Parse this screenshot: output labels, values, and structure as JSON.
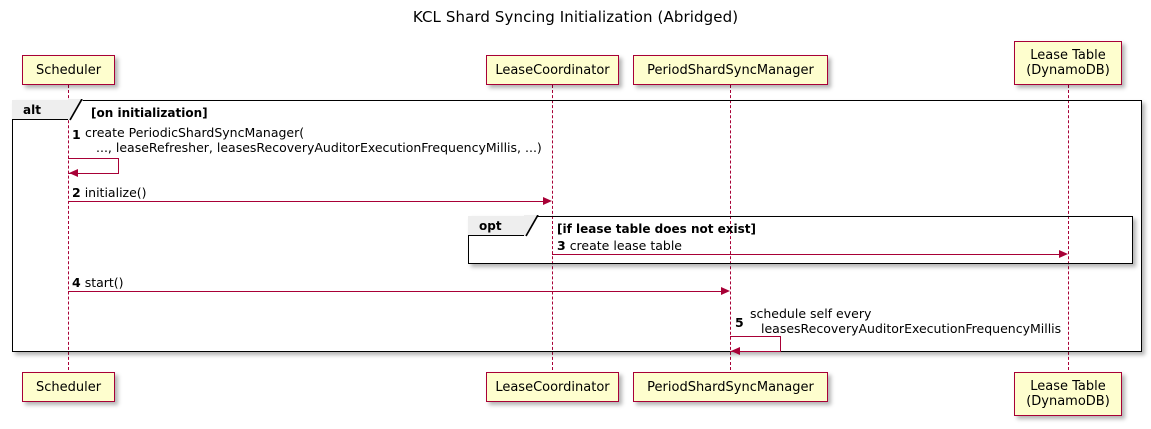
{
  "diagram": {
    "title": "KCL Shard Syncing Initialization (Abridged)",
    "type": "uml-sequence-diagram",
    "colors": {
      "participant_fill": "#FEFECE",
      "participant_border": "#A80036",
      "arrow": "#A80036",
      "frame_border": "#000000",
      "frame_tab_fill": "#EEEEEE",
      "background": "#FFFFFF",
      "text": "#000000"
    }
  },
  "participants": [
    {
      "id": "scheduler",
      "label": "Scheduler",
      "lines": [
        "Scheduler"
      ]
    },
    {
      "id": "lease-coordinator",
      "label": "LeaseCoordinator",
      "lines": [
        "LeaseCoordinator"
      ]
    },
    {
      "id": "period-shard-sync-manager",
      "label": "PeriodShardSyncManager",
      "lines": [
        "PeriodShardSyncManager"
      ]
    },
    {
      "id": "lease-table",
      "label": "Lease Table (DynamoDB)",
      "lines": [
        "Lease Table",
        "(DynamoDB)"
      ]
    }
  ],
  "fragments": [
    {
      "id": "alt-on-initialization",
      "operator": "alt",
      "condition": "[on initialization]"
    },
    {
      "id": "opt-lease-table-missing",
      "operator": "opt",
      "condition": "[if lease table does not exist]"
    }
  ],
  "messages": [
    {
      "number": "1",
      "from": "scheduler",
      "to": "scheduler",
      "self": true,
      "lines": [
        "create PeriodicShardSyncManager(",
        "..., leaseRefresher, leasesRecoveryAuditorExecutionFrequencyMillis, ...)"
      ]
    },
    {
      "number": "2",
      "from": "scheduler",
      "to": "lease-coordinator",
      "self": false,
      "lines": [
        "initialize()"
      ]
    },
    {
      "number": "3",
      "from": "lease-coordinator",
      "to": "lease-table",
      "self": false,
      "lines": [
        "create lease table"
      ]
    },
    {
      "number": "4",
      "from": "scheduler",
      "to": "period-shard-sync-manager",
      "self": false,
      "lines": [
        "start()"
      ]
    },
    {
      "number": "5",
      "from": "period-shard-sync-manager",
      "to": "period-shard-sync-manager",
      "self": true,
      "lines": [
        "schedule self every",
        "leasesRecoveryAuditorExecutionFrequencyMillis"
      ]
    }
  ]
}
